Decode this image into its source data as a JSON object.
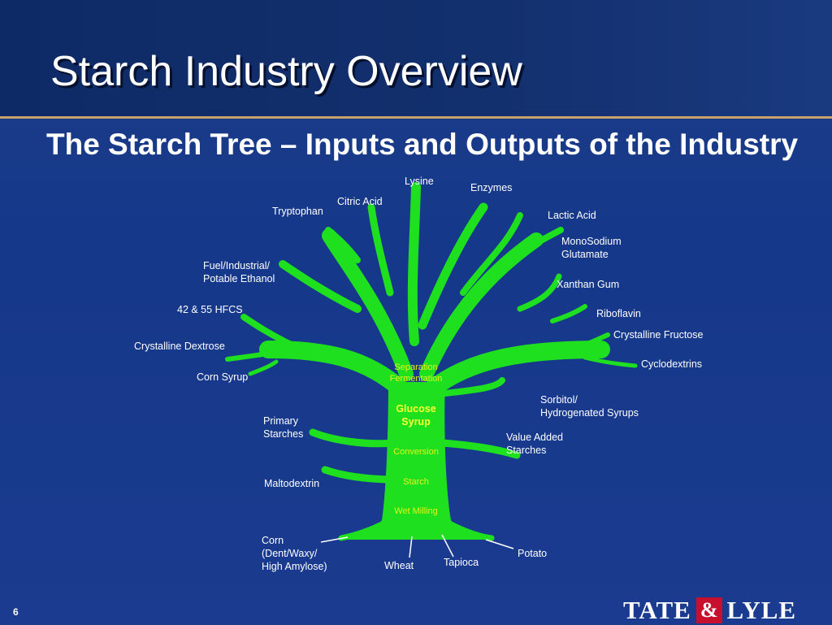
{
  "slide": {
    "title": "Starch Industry Overview",
    "subtitle": "The Starch Tree – Inputs and Outputs of the Industry",
    "page_number": "6"
  },
  "logo": {
    "left_word": "TATE",
    "ampersand": "&",
    "right_word": "LYLE",
    "accent_color": "#c8102e"
  },
  "colors": {
    "tree": "#1ee01e",
    "trunk_text": "#e6f21a",
    "glucose_text": "#ffff33",
    "label_text": "#ffffff",
    "header_rule": "#c9a16a"
  },
  "trunk_labels": {
    "separation_fermentation": "Separation\nFermentation",
    "glucose_syrup": "Glucose\nSyrup",
    "conversion": "Conversion",
    "starch": "Starch",
    "wet_milling": "Wet Milling"
  },
  "outputs": {
    "lysine": "Lysine",
    "enzymes": "Enzymes",
    "citric_acid": "Citric Acid",
    "tryptophan": "Tryptophan",
    "lactic_acid": "Lactic Acid",
    "msg": "MonoSodium\nGlutamate",
    "ethanol": "Fuel/Industrial/\nPotable Ethanol",
    "xanthan_gum": "Xanthan Gum",
    "hfcs": "42 & 55 HFCS",
    "riboflavin": "Riboflavin",
    "crystalline_fructose": "Crystalline Fructose",
    "crystalline_dextrose": "Crystalline Dextrose",
    "cyclodextrins": "Cyclodextrins",
    "corn_syrup": "Corn Syrup",
    "sorbitol": "Sorbitol/\nHydrogenated Syrups",
    "primary_starches": "Primary\nStarches",
    "value_added_starches": "Value Added\nStarches",
    "maltodextrin": "Maltodextrin"
  },
  "inputs": {
    "corn": "Corn\n(Dent/Waxy/\nHigh Amylose)",
    "wheat": "Wheat",
    "tapioca": "Tapioca",
    "potato": "Potato"
  }
}
